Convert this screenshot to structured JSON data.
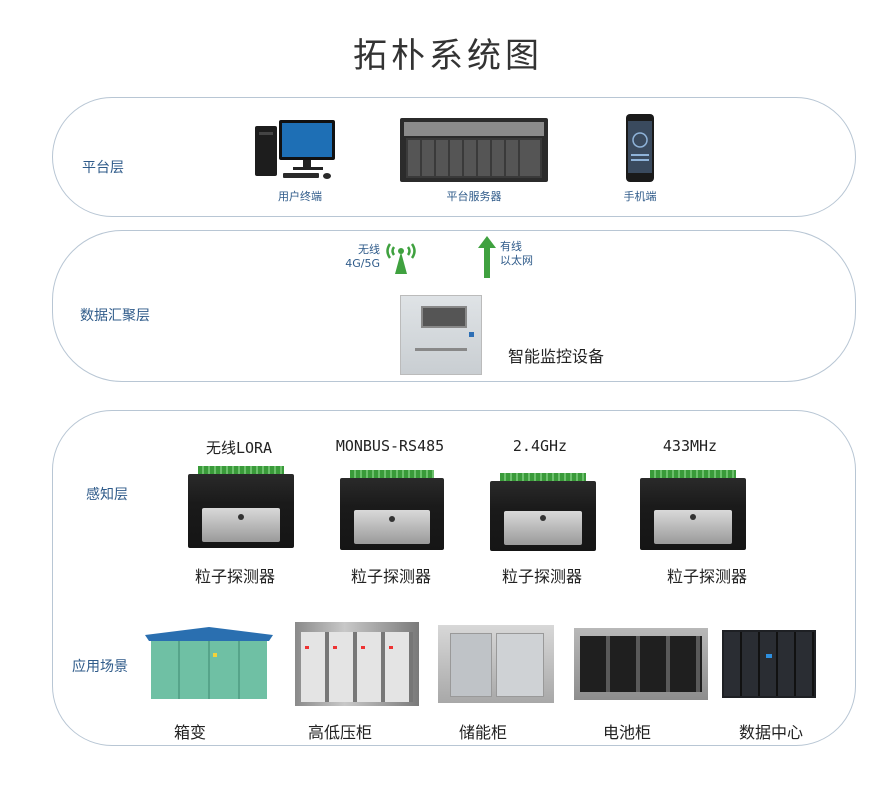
{
  "title": "拓朴系统图",
  "layers": {
    "platform": {
      "label": "平台层",
      "items": [
        "用户终端",
        "平台服务器",
        "手机端"
      ]
    },
    "aggregation": {
      "label": "数据汇聚层",
      "wireless": [
        "无线",
        "4G/5G"
      ],
      "wired": [
        "有线",
        "以太网"
      ],
      "device_label": "智能监控设备"
    },
    "sensing": {
      "label": "感知层",
      "protocols": [
        "无线LORA",
        "MONBUS-RS485",
        "2.4GHz",
        "433MHz"
      ],
      "detectors": [
        "粒子探测器",
        "粒子探测器",
        "粒子探测器",
        "粒子探测器"
      ]
    },
    "application": {
      "label": "应用场景",
      "scenes": [
        "箱变",
        "高低压柜",
        "储能柜",
        "电池柜",
        "数据中心"
      ]
    }
  },
  "colors": {
    "border": "#b8c6d4",
    "label": "#2f5b8a",
    "arrow_green": "#3fa13f"
  }
}
